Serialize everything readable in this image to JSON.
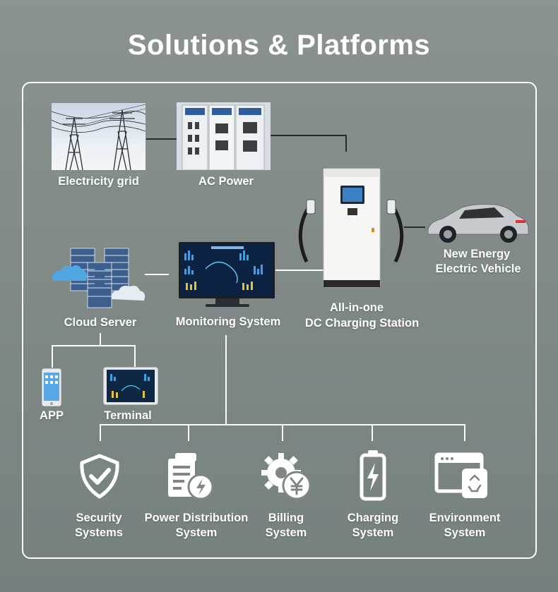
{
  "title": "Solutions & Platforms",
  "nodes": {
    "grid": "Electricity grid",
    "ac_power": "AC Power",
    "station_line1": "All-in-one",
    "station_line2": "DC Charging Station",
    "vehicle_line1": "New Energy",
    "vehicle_line2": "Electric Vehicle",
    "cloud": "Cloud Server",
    "monitoring": "Monitoring System",
    "app": "APP",
    "terminal": "Terminal"
  },
  "systems": [
    {
      "line1": "Security",
      "line2": "Systems"
    },
    {
      "line1": "Power Distribution",
      "line2": "System"
    },
    {
      "line1": "Billing",
      "line2": "System"
    },
    {
      "line1": "Charging",
      "line2": "System"
    },
    {
      "line1": "Environment",
      "line2": "System"
    }
  ],
  "icons": {
    "grid": "power-tower-photo",
    "ac_power": "switchgear-cabinet-photo",
    "station": "dc-charging-station-photo",
    "vehicle": "electric-suv-photo",
    "cloud": "server-cloud-photo",
    "monitoring": "monitor-dashboard-photo",
    "app": "smartphone-photo",
    "terminal": "tablet-photo",
    "security": "shield-check-icon",
    "power_distribution": "building-bolt-icon",
    "billing": "gear-yen-icon",
    "charging": "battery-bolt-icon",
    "environment": "window-recycle-icon"
  }
}
